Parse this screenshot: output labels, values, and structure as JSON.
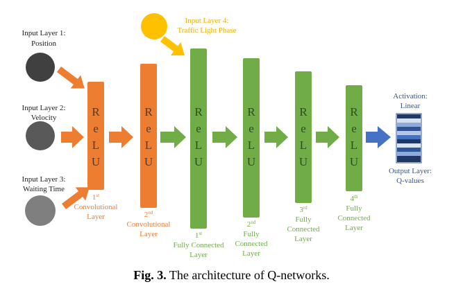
{
  "colors": {
    "orange": "#ED7D31",
    "green": "#70AD47",
    "blue": "#4472C4",
    "yellow": "#FFC000",
    "dark_gray": "#404040",
    "mid_gray": "#595959",
    "light_gray": "#7F7F7F",
    "text_blue": "#2F5597",
    "text_yellow": "#E8B000"
  },
  "inputs": {
    "position": {
      "line1": "Input Layer 1:",
      "line2": "Position"
    },
    "velocity": {
      "line1": "Input Layer 2:",
      "line2": "Velocity"
    },
    "waiting": {
      "line1": "Input Layer 3:",
      "line2": "Waiting Time"
    },
    "phase": {
      "line1": "Input Layer 4:",
      "line2": "Traffic Light Phase"
    }
  },
  "bar_text": {
    "r": "R",
    "e": "e",
    "l": "L",
    "u": "U"
  },
  "layers": {
    "conv1": {
      "num": "1",
      "sup": "st",
      "line1": "Convolutional",
      "line2": "Layer"
    },
    "conv2": {
      "num": "2",
      "sup": "nd",
      "line1": "Convolutional",
      "line2": "Layer"
    },
    "fc1": {
      "num": "1",
      "sup": "st",
      "line1": "Fully Connected",
      "line2": "Layer"
    },
    "fc2": {
      "num": "2",
      "sup": "nd",
      "line1": "Fully",
      "line2": "Connected",
      "line3": "Layer"
    },
    "fc3": {
      "num": "3",
      "sup": "rd",
      "line1": "Fully",
      "line2": "Connected",
      "line3": "Layer"
    },
    "fc4": {
      "num": "4",
      "sup": "th",
      "line1": "Fully",
      "line2": "Connected",
      "line3": "Layer"
    }
  },
  "output": {
    "activation_line1": "Activation:",
    "activation_line2": "Linear",
    "label_line1": "Output Layer:",
    "label_line2": "Q-values"
  },
  "caption": {
    "fig": "Fig. 3.",
    "text": "The architecture of Q-networks."
  }
}
